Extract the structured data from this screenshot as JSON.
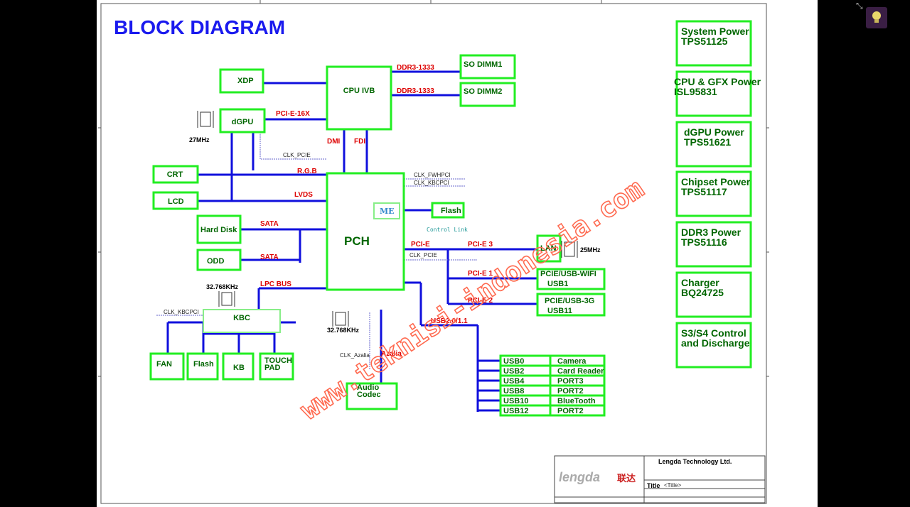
{
  "title": "BLOCK DIAGRAM",
  "blocks": {
    "cpu": "CPU IVB",
    "so_dimm1": "SO DIMM1",
    "so_dimm2": "SO DIMM2",
    "xdp": "XDP",
    "dgpu": "dGPU",
    "crt": "CRT",
    "lcd": "LCD",
    "hdd": "Hard Disk",
    "odd": "ODD",
    "pch": "PCH",
    "me": "ME",
    "flash_pch": "Flash",
    "lan": "LAN",
    "wifi_1": "PCIE/USB-WIFI",
    "wifi_2": "USB1",
    "g3_1": "PCIE/USB-3G",
    "g3_2": "USB11",
    "kbc": "KBC",
    "fan": "FAN",
    "flash_kbc": "Flash",
    "kb": "KB",
    "touch_1": "TOUCH",
    "touch_2": "PAD",
    "audio_1": "Audio",
    "audio_2": "Codec"
  },
  "buses": {
    "ddr3_1": "DDR3-1333",
    "ddr3_2": "DDR3-1333",
    "pcie16": "PCI-E-16X",
    "dmi": "DMI",
    "fdi": "FDI",
    "rgb": "R.G.B",
    "lvds": "LVDS",
    "sata1": "SATA",
    "sata2": "SATA",
    "lpc": "LPC BUS",
    "pcie": "PCI-E",
    "pcie3": "PCI-E 3",
    "pcie1": "PCI-E 1",
    "pcie2": "PCI-E 2",
    "usb": "USB2.0/1.1",
    "azalia": "Azalia"
  },
  "signals": {
    "clk_pcie_top": "CLK_PCIE",
    "clk_fwhpci": "CLK_FWHPCI",
    "clk_kbcpci_r": "CLK_KBCPCI",
    "control_link": "Control Link",
    "clk_pcie_lan": "CLK_PCIE",
    "clk_kbcpci_l": "CLK_KBCPCI",
    "clk_azalia": "CLK_Azalia"
  },
  "crystals": {
    "dgpu": "27MHz",
    "lan": "25MHz",
    "kbc": "32.768KHz",
    "pch": "32.768KHz"
  },
  "usb_ports": [
    {
      "port": "USB0",
      "device": "Camera"
    },
    {
      "port": "USB2",
      "device": "Card Reader"
    },
    {
      "port": "USB4",
      "device": "PORT3"
    },
    {
      "port": "USB8",
      "device": "PORT2"
    },
    {
      "port": "USB10",
      "device": "BlueTooth"
    },
    {
      "port": "USB12",
      "device": "PORT2"
    }
  ],
  "power": [
    {
      "line1": "System Power",
      "line2": "TPS51125"
    },
    {
      "line1": "CPU & GFX Power",
      "line2": "ISL95831"
    },
    {
      "line1": "dGPU Power",
      "line2": "TPS51621"
    },
    {
      "line1": "Chipset Power",
      "line2": "TPS51117"
    },
    {
      "line1": "DDR3 Power",
      "line2": "TPS51116"
    },
    {
      "line1": "Charger",
      "line2": "BQ24725"
    },
    {
      "line1": "S3/S4 Control",
      "line2": "and Discharge"
    }
  ],
  "watermark": "www.teknisi-indonesia.com",
  "title_block": {
    "logo": "lengda",
    "logo_cn": "联达",
    "company": "Lengda Technology Ltd.",
    "title_label": "Title",
    "title_value": "<Title>"
  }
}
